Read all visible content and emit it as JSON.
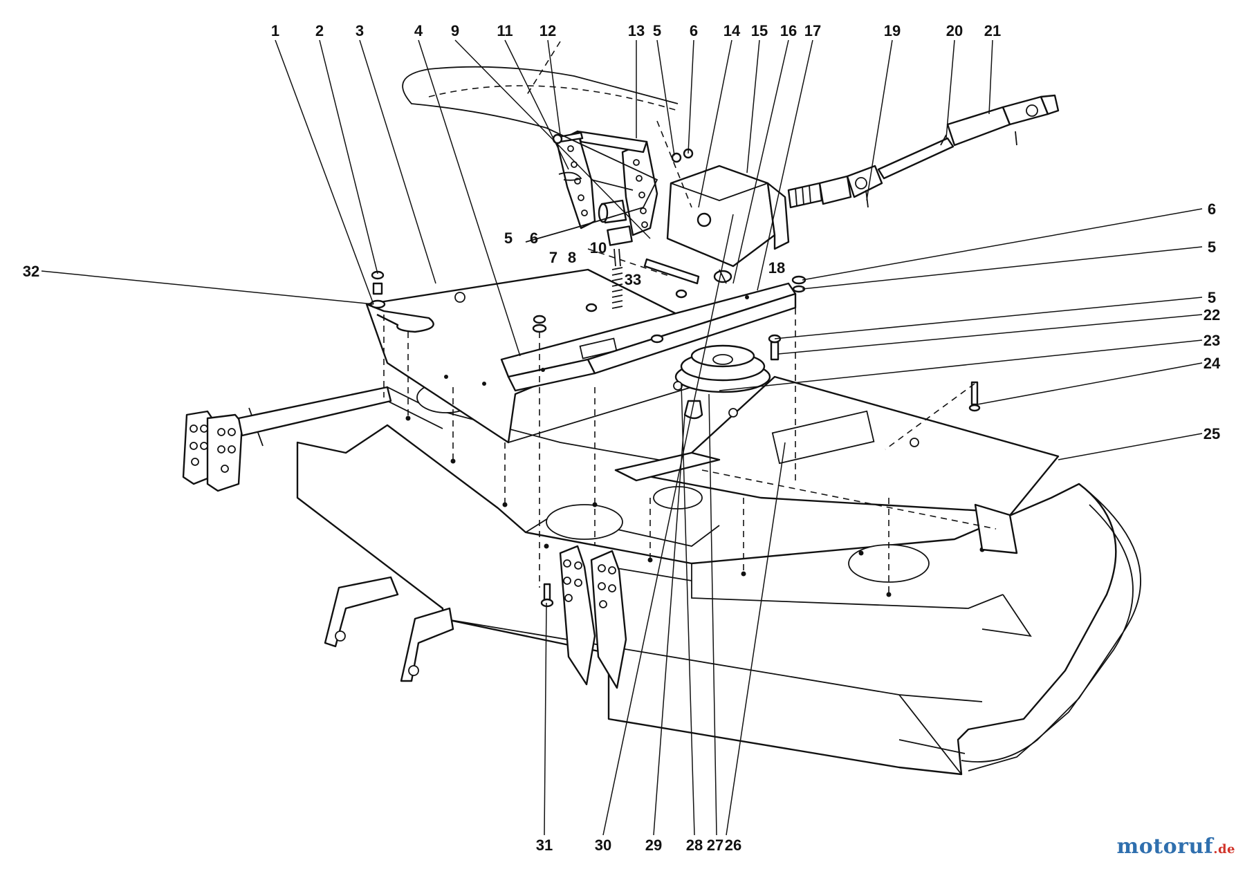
{
  "diagram": {
    "callouts": [
      "1",
      "2",
      "3",
      "4",
      "9",
      "11",
      "12",
      "13",
      "5",
      "6",
      "14",
      "15",
      "16",
      "17",
      "19",
      "20",
      "21",
      "10",
      "32",
      "5",
      "6",
      "7",
      "8",
      "33",
      "18",
      "6",
      "5",
      "5",
      "22",
      "23",
      "24",
      "25",
      "31",
      "30",
      "29",
      "28",
      "27",
      "26"
    ]
  },
  "watermark": {
    "brand": "motoruf",
    "suffix": ".de"
  }
}
